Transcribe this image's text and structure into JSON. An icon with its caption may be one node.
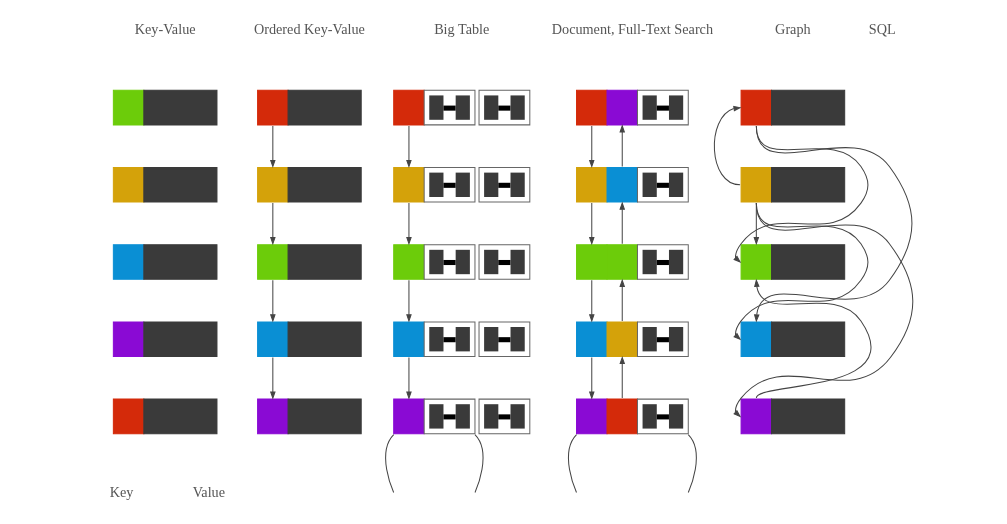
{
  "diagram": {
    "nodes": [
      {
        "text": [],
        "shape": "box"
      },
      {
        "text": [],
        "shape": "box"
      },
      {
        "text": [],
        "shape": "box"
      },
      {
        "text": [],
        "shape": "box"
      },
      {
        "text": [],
        "shape": "box"
      },
      {
        "text": [],
        "shape": "box"
      },
      {
        "text": [],
        "shape": "box"
      },
      {
        "text": [],
        "shape": "box"
      },
      {
        "text": [],
        "shape": "box"
      },
      {
        "text": [],
        "shape": "box"
      },
      {
        "text": [],
        "shape": "box"
      },
      {
        "text": [],
        "shape": "box"
      },
      {
        "text": [],
        "shape": "box"
      },
      {
        "text": [],
        "shape": "box"
      },
      {
        "text": [],
        "shape": "box"
      },
      {
        "text": [],
        "shape": "box"
      },
      {
        "text": [],
        "shape": "box"
      },
      {
        "text": [],
        "shape": "box"
      },
      {
        "text": [],
        "shape": "box"
      },
      {
        "text": [],
        "shape": "box"
      },
      {
        "text": [],
        "shape": "box"
      },
      {
        "text": [],
        "shape": "box"
      },
      {
        "text": [],
        "shape": "box"
      },
      {
        "text": [],
        "shape": "box"
      },
      {
        "text": [],
        "shape": "box"
      }
    ],
    "edges": [
      {
        "from": 5,
        "to": 6,
        "arrow": "to"
      },
      {
        "from": 6,
        "to": 7,
        "arrow": "to"
      },
      {
        "from": 7,
        "to": 8,
        "arrow": "to"
      },
      {
        "from": 8,
        "to": 9,
        "arrow": "to"
      },
      {
        "from": 10,
        "to": 11,
        "arrow": "to"
      },
      {
        "from": 11,
        "to": 12,
        "arrow": "to"
      },
      {
        "from": 12,
        "to": 13,
        "arrow": "to"
      },
      {
        "from": 13,
        "to": 14,
        "arrow": "to"
      },
      {
        "from": 15,
        "to": 16,
        "arrow": "to"
      },
      {
        "from": 16,
        "to": 17,
        "arrow": "to"
      },
      {
        "from": 17,
        "to": 18,
        "arrow": "to"
      },
      {
        "from": 18,
        "to": 19,
        "arrow": "to"
      },
      {
        "from": 16,
        "to": 15,
        "arrow": "to"
      },
      {
        "from": 17,
        "to": 16,
        "arrow": "to"
      },
      {
        "from": 18,
        "to": 17,
        "arrow": "to"
      },
      {
        "from": 19,
        "to": 18,
        "arrow": "to"
      },
      {
        "from": 21,
        "to": 20,
        "arrow": "to"
      },
      {
        "from": 20,
        "to": 22,
        "arrow": "to"
      },
      {
        "from": 20,
        "to": 23,
        "arrow": "to"
      },
      {
        "from": 21,
        "to": 22,
        "arrow": "to"
      },
      {
        "from": 21,
        "to": 23,
        "arrow": "to"
      },
      {
        "from": 21,
        "to": 24,
        "arrow": "to"
      },
      {
        "from": 24,
        "to": 22,
        "arrow": "to"
      },
      {
        "from": 14,
        "to": null,
        "arrow": "none"
      },
      {
        "from": 14,
        "to": null,
        "arrow": "none"
      },
      {
        "from": 19,
        "to": null,
        "arrow": "none"
      },
      {
        "from": 19,
        "to": null,
        "arrow": "none"
      }
    ],
    "labels": [
      "Key-Value",
      "Ordered Key-Value",
      "Big Table",
      "Document, Full-Text Search",
      "Graph",
      "SQL",
      "Key",
      "Value"
    ]
  }
}
